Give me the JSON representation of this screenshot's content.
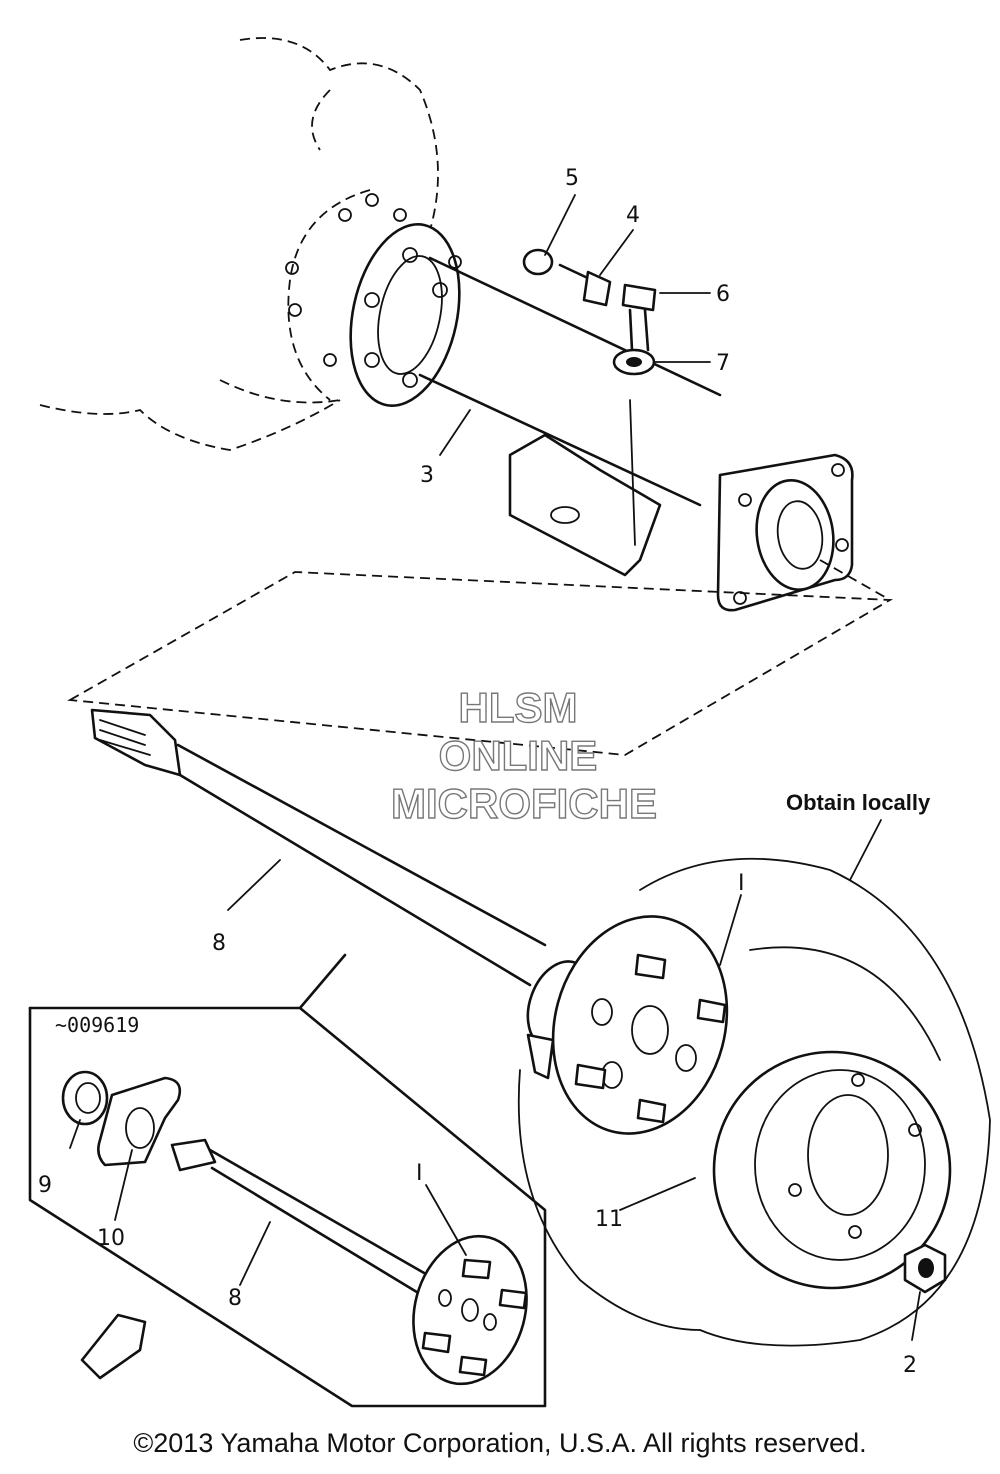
{
  "callouts": {
    "c1a": "I",
    "c1b": "I",
    "c2": "2",
    "c3": "3",
    "c4": "4",
    "c5": "5",
    "c6": "6",
    "c7": "7",
    "c8": "8",
    "c8b": "8",
    "c9": "9",
    "c10": "10",
    "c11": "11"
  },
  "notes": {
    "obtain_locally": "Obtain locally",
    "serial_range": "~009619"
  },
  "watermark": {
    "line1": "HLSM",
    "line2": "ONLINE",
    "line3": "MICROFICHE"
  },
  "copyright": "©2013 Yamaha Motor Corporation, U.S.A. All rights reserved."
}
